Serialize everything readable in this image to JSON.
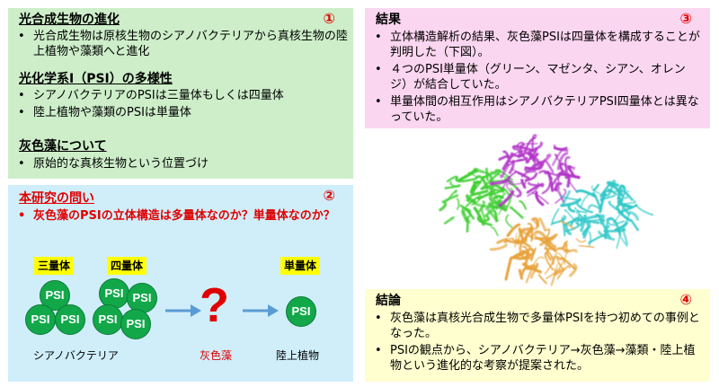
{
  "panel1": {
    "number": "①",
    "heading1": "光合成生物の進化",
    "items1": [
      "光合成生物は原核生物のシアノバクテリアから真核生物の陸上植物や藻類へと進化"
    ],
    "heading2": "光化学系I（PSI）の多様性",
    "items2": [
      "シアノバクテリアのPSIは三量体もしくは四量体",
      "陸上植物や藻類のPSIは単量体"
    ],
    "heading3": "灰色藻について",
    "items3": [
      "原始的な真核生物という位置づけ"
    ]
  },
  "panel2": {
    "number": "②",
    "heading": "本研究の問い",
    "items": [
      "灰色藻のPSIの立体構造は多量体なのか？単量体なのか？"
    ],
    "diagram": {
      "trimer_label": "三量体",
      "tetramer_label": "四量体",
      "monomer_label": "単量体",
      "unit": "PSI",
      "question_mark": "?",
      "cyano_label": "シアノバクテリア",
      "glaucophyte_label": "灰色藻",
      "land_plant_label": "陸上植物"
    }
  },
  "panel3": {
    "number": "③",
    "heading": "結果",
    "items": [
      "立体構造解析の結果、灰色藻PSIは四量体を構成することが判明した（下図）。",
      "４つのPSI単量体（グリーン、マゼンタ、シアン、オレンジ）が結合していた。",
      "単量体間の相互作用はシアノバクテリアPSI四量体とは異なっていた。"
    ]
  },
  "panel4": {
    "number": "④",
    "heading": "結論",
    "items": [
      "灰色藻は真核光合成生物で多量体PSIを持つ初めての事例となった。",
      "PSIの観点から、シアノバクテリア→灰色藻→藻類・陸上植物という進化的な考察が提案された。"
    ]
  },
  "structure_colors": {
    "green": "#3fcf32",
    "magenta": "#b236c8",
    "cyan": "#32c8c8",
    "orange": "#e8a23a"
  }
}
